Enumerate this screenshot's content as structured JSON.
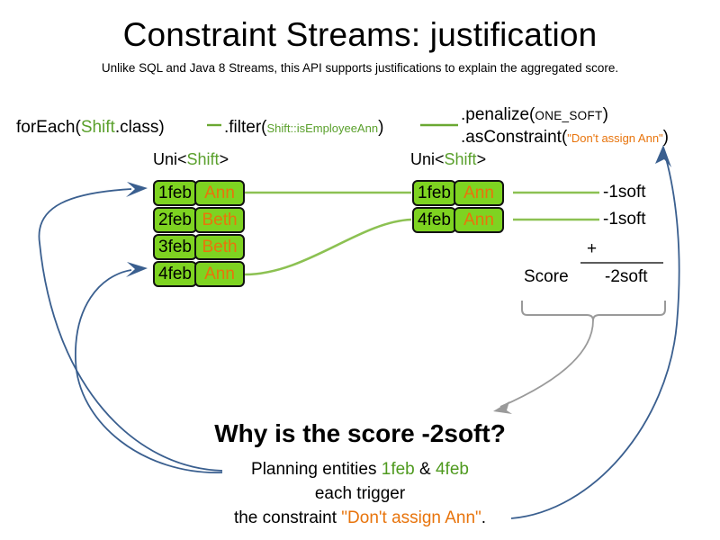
{
  "page": {
    "title": "Constraint Streams: justification",
    "subtitle": "Unlike SQL and Java 8 Streams, this API supports justifications to explain the aggregated score."
  },
  "colors": {
    "entity_fill": "#7ed321",
    "entity_border": "#111111",
    "accent_green": "#5aa02c",
    "accent_orange": "#e8740c",
    "arrow_blue": "#3a5f8f",
    "brace_gray": "#9a9a9a",
    "text_black": "#000000"
  },
  "pipeline": {
    "foreach": {
      "method": "forEach(",
      "type": "Shift",
      "suffix": ".class)"
    },
    "filter": {
      "method": ".filter(",
      "arg": "Shift::isEmployeeAnn",
      "suffix": ")"
    },
    "penalize": {
      "method": ".penalize(",
      "arg": "ONE_SOFT",
      "suffix": ")"
    },
    "as_constraint": {
      "method": ".asConstraint(",
      "arg": "\"Don't assign Ann\"",
      "suffix": ")"
    }
  },
  "streams": {
    "left": {
      "label_prefix": "Uni<",
      "label_type": "Shift",
      "label_suffix": ">",
      "rows": [
        {
          "date": "1feb",
          "employee": "Ann"
        },
        {
          "date": "2feb",
          "employee": "Beth"
        },
        {
          "date": "3feb",
          "employee": "Beth"
        },
        {
          "date": "4feb",
          "employee": "Ann"
        }
      ]
    },
    "right": {
      "label_prefix": "Uni<",
      "label_type": "Shift",
      "label_suffix": ">",
      "rows": [
        {
          "date": "1feb",
          "employee": "Ann"
        },
        {
          "date": "4feb",
          "employee": "Ann"
        }
      ]
    }
  },
  "score": {
    "penalties": [
      "-1soft",
      "-1soft"
    ],
    "operator": "+",
    "label": "Score",
    "total": "-2soft"
  },
  "explanation": {
    "question": "Why is the score -2soft?",
    "line1_prefix": "Planning entities ",
    "line1_entity_a": "1feb",
    "line1_amp": " & ",
    "line1_entity_b": "4feb",
    "line2": "each trigger",
    "line3_prefix": "the constraint ",
    "line3_constraint": "\"Don't assign Ann\"",
    "line3_suffix": "."
  }
}
